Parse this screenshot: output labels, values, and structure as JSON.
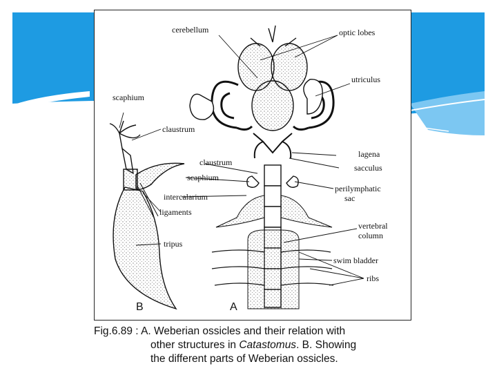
{
  "header": {
    "accent_color": "#1e9be2",
    "light_color": "#7cc7f2"
  },
  "figure": {
    "panel_a": "A",
    "panel_b": "B",
    "labels_b": {
      "scaphium": "scaphium",
      "claustrum": "claustrum",
      "ligaments": "ligaments",
      "tripus": "tripus"
    },
    "labels_a": {
      "cerebellum": "cerebellum",
      "optic_lobes": "optic lobes",
      "utriculus": "utriculus",
      "claustrum": "claustrum",
      "lagena": "lagena",
      "sacculus": "sacculus",
      "scaphium": "scaphium",
      "perilymphatic_1": "perilymphatic",
      "perilymphatic_2": "sac",
      "intercalarium": "intercalarium",
      "vertebral_1": "vertebral",
      "vertebral_2": "column",
      "swim_bladder": "swim bladder",
      "ribs": "ribs"
    }
  },
  "caption": {
    "fig_no": "Fig.6.89 :",
    "line1_rest": "A. Weberian ossicles and their relation with",
    "line2_pre": "other structures in ",
    "line2_genus": "Catastomus",
    "line2_post": ". B. Showing",
    "line3": "the different parts of Weberian ossicles."
  }
}
